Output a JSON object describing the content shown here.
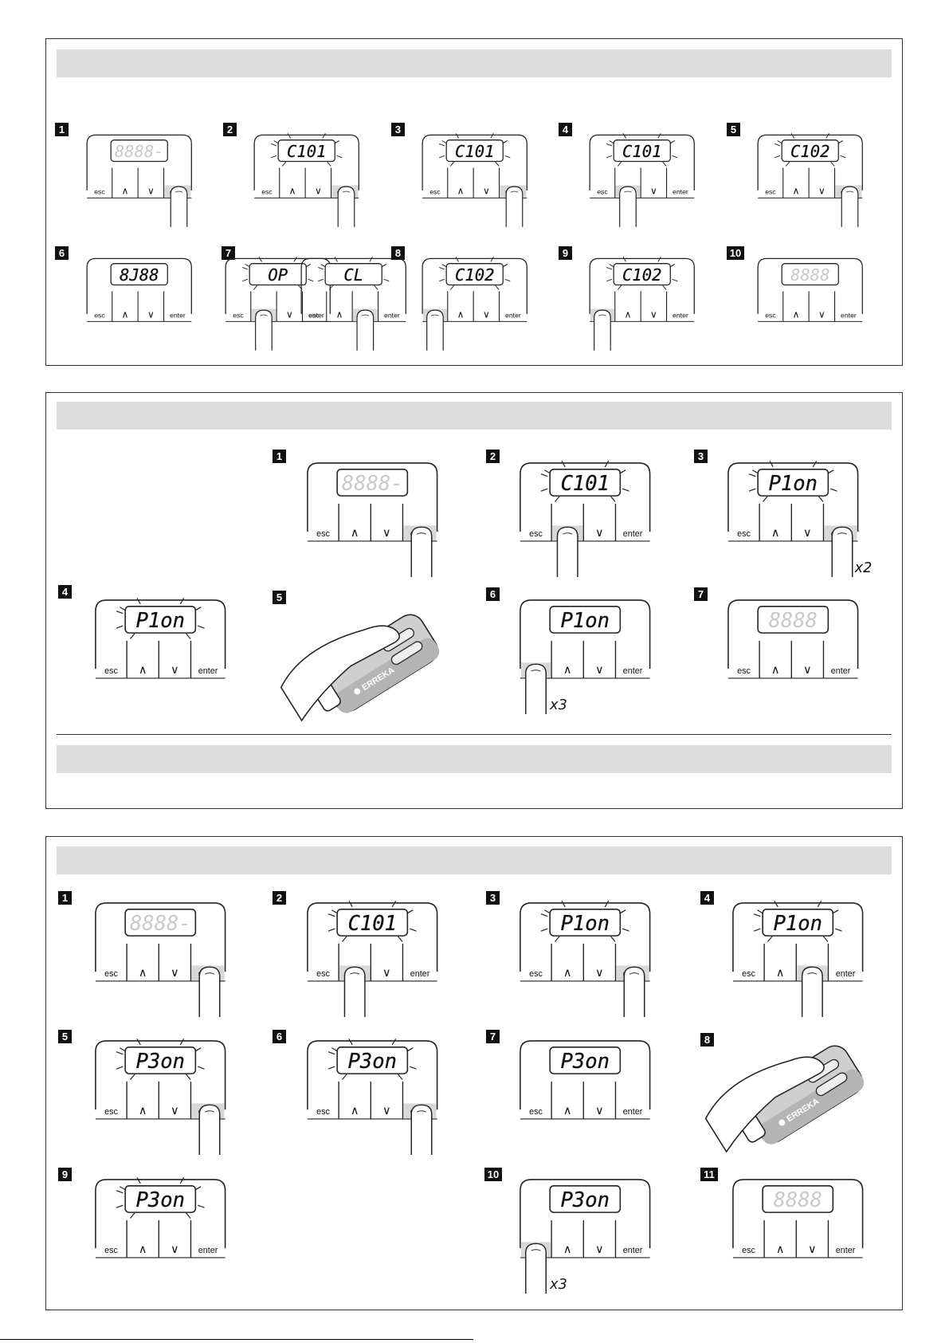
{
  "labels": {
    "esc": "esc",
    "up": "∧",
    "down": "∨",
    "enter": "enter"
  },
  "remote_brand": "ERREKA",
  "panels": [
    {
      "steps": [
        {
          "n": "1",
          "display": "8888-",
          "press": "enter"
        },
        {
          "n": "2",
          "display": "C101",
          "blink": true,
          "press": "enter"
        },
        {
          "n": "3",
          "display": "C101",
          "blink": true,
          "press": "enter"
        },
        {
          "n": "4",
          "display": "C101",
          "blink": true,
          "press": "up"
        },
        {
          "n": "5",
          "display": "C102",
          "blink": true,
          "press": "enter"
        },
        {
          "n": "6",
          "display": "8J88"
        },
        {
          "n": "7",
          "display": "OP",
          "display_alt": "CL",
          "blink": true,
          "press": "up",
          "press_alt": "down"
        },
        {
          "n": "8",
          "display": "C102",
          "blink": true,
          "press": "esc"
        },
        {
          "n": "9",
          "display": "C102",
          "blink": true,
          "press": "esc"
        },
        {
          "n": "10",
          "display": "8888"
        }
      ]
    },
    {
      "steps": [
        {
          "n": "1",
          "display": "8888-",
          "press": "enter"
        },
        {
          "n": "2",
          "display": "C101",
          "blink": true,
          "press": "up"
        },
        {
          "n": "3",
          "display": "P1on",
          "blink": true,
          "press": "enter",
          "repeat": "x2"
        },
        {
          "n": "4",
          "display": "P1on",
          "blink": true
        },
        {
          "n": "5",
          "remote": true
        },
        {
          "n": "6",
          "display": "P1on",
          "press": "esc",
          "repeat": "x3"
        },
        {
          "n": "7",
          "display": "8888"
        }
      ]
    },
    {
      "steps": [
        {
          "n": "1",
          "display": "8888-",
          "press": "enter"
        },
        {
          "n": "2",
          "display": "C101",
          "blink": true,
          "press": "up"
        },
        {
          "n": "3",
          "display": "P1on",
          "blink": true,
          "press": "enter"
        },
        {
          "n": "4",
          "display": "P1on",
          "blink": true,
          "press": "down"
        },
        {
          "n": "5",
          "display": "P3on",
          "blink": true,
          "press": "enter"
        },
        {
          "n": "6",
          "display": "P3on",
          "blink": true,
          "press": "enter"
        },
        {
          "n": "7",
          "display": "P3on"
        },
        {
          "n": "8",
          "remote": true
        },
        {
          "n": "9",
          "display": "P3on",
          "blink": true
        },
        {
          "n": "10",
          "display": "P3on",
          "press": "esc",
          "repeat": "x3"
        },
        {
          "n": "11",
          "display": "8888"
        }
      ]
    }
  ]
}
